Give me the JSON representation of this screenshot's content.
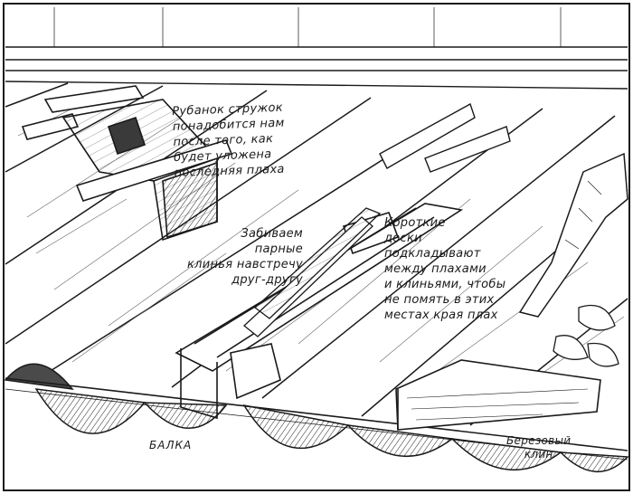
{
  "labels": {
    "plane": "Рубанок стружок\nпонадобится нам\nпосле того, как\nбудет уложена\nпоследняя плаха",
    "paired_wedges": "Забиваем\nпарные\nклинья навстречу\nдруг-другу",
    "short_boards": "Короткие\nдоски\nподкладывают\nмежду плахами\nи клиньями, чтобы\nне помять в этих\nместах края плах",
    "beam": "БАЛКА",
    "birch_wedge": "Березовый\nклин"
  },
  "colors": {
    "ink": "#1a1a1a",
    "paper": "#ffffff",
    "shade": "#9a9a9a"
  }
}
